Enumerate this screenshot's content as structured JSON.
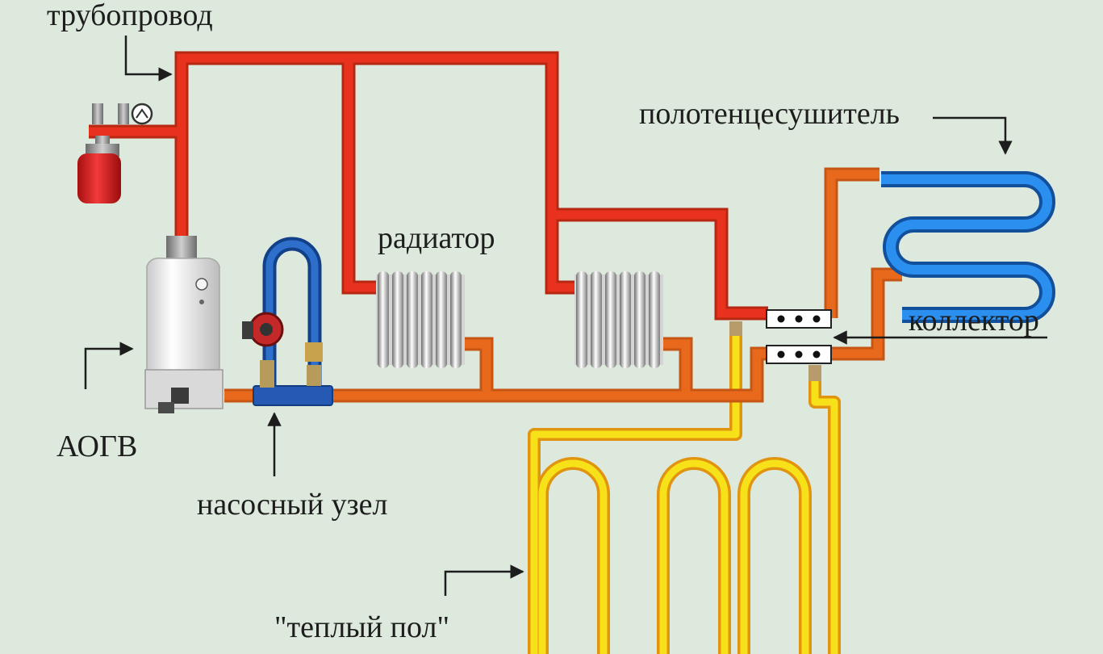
{
  "labels": {
    "pipeline": "трубопровод",
    "towel_dryer": "полотенцесушитель",
    "radiator": "радиатор",
    "collector": "коллектор",
    "boiler": "АОГВ",
    "pump_unit": "насосный узел",
    "warm_floor": "\"теплый пол\""
  },
  "colors": {
    "background": "#dde9dd",
    "supply_pipe": "#e8321e",
    "return_pipe": "#e8681c",
    "towel_dryer": "#1f7fd8",
    "warm_floor": "#f7e21a",
    "expansion_tank": "#d81818"
  }
}
